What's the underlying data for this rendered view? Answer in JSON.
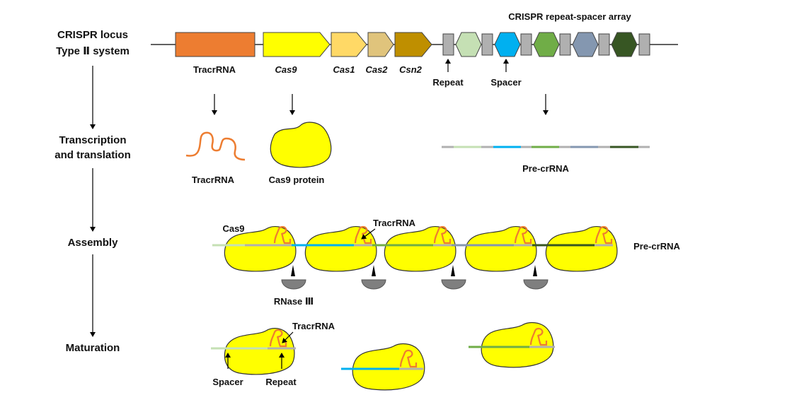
{
  "stages": {
    "locus_line1": "CRISPR locus",
    "locus_line2": "Type Ⅱ system",
    "transcription_line1": "Transcription",
    "transcription_line2": "and translation",
    "assembly": "Assembly",
    "maturation": "Maturation"
  },
  "locus": {
    "array_title": "CRISPR repeat-spacer array",
    "genes": [
      "TracrRNA",
      "Cas9",
      "Cas1",
      "Cas2",
      "Csn2"
    ],
    "repeat_label": "Repeat",
    "spacer_label": "Spacer"
  },
  "products": {
    "tracrrna": "TracrRNA",
    "cas9_protein": "Cas9 protein",
    "pre_crrna": "Pre-crRNA"
  },
  "assembly": {
    "cas9": "Cas9",
    "tracrrna": "TracrRNA",
    "pre_crrna": "Pre-crRNA",
    "rnase": "RNase Ⅲ"
  },
  "maturation": {
    "tracrrna": "TracrRNA",
    "spacer": "Spacer",
    "repeat": "Repeat"
  },
  "colors": {
    "tracr_gene": "#ed7d31",
    "cas9_gene": "#ffff00",
    "cas1_gene": "#ffd966",
    "cas2_gene": "#e0c47c",
    "csn2_gene": "#bf8f00",
    "repeat": "#b0b0b0",
    "spacer1": "#c5e0b4",
    "spacer2": "#00b0f0",
    "spacer3": "#70ad47",
    "spacer4": "#8497b0",
    "spacer5": "#375623",
    "protein": "#ffff00",
    "rnase": "#7f7f7f"
  }
}
